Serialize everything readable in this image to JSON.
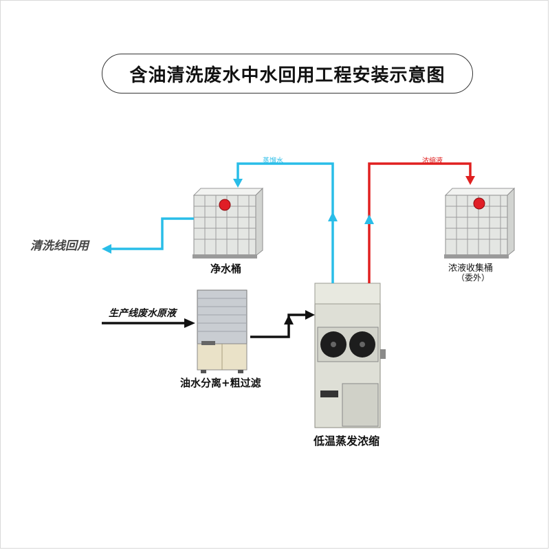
{
  "title": "含油清洗废水中水回用工程安装示意图",
  "labels": {
    "flow_distilled": "蒸馏水",
    "flow_concentrate": "浓缩液",
    "reuse_line": "清洗线回用",
    "clean_tank": "净水桶",
    "concentrate_tank": "浓液收集桶",
    "concentrate_tank_note": "（委外）",
    "raw_wastewater": "生产线废水原液",
    "separator": "油水分离+粗过滤",
    "evaporator": "低温蒸发浓缩"
  },
  "colors": {
    "distilled_line": "#29bde8",
    "concentrate_line": "#e02020",
    "feed_line": "#111111"
  }
}
